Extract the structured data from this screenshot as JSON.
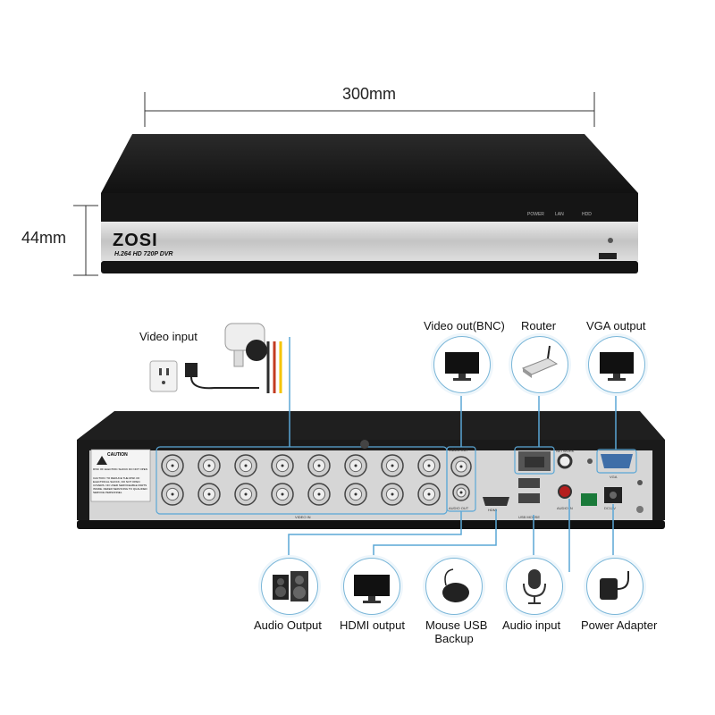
{
  "dimensions": {
    "width": "300mm",
    "height": "44mm"
  },
  "front_panel": {
    "brand": "ZOSI",
    "model": "H.264 HD 720P DVR",
    "led_power": "POWER",
    "led_lan": "LAN",
    "led_hdd": "HDD"
  },
  "rear_panel": {
    "caution_title": "CAUTION",
    "caution_risk": "RISK OF ELECTRIC SHOCK DO NOT OPEN",
    "caution_text": "CAUTION: TO REDUCE THE RISK OF ELECTRICAL SHOCK, DO NOT OPEN COVERS. NO USER SERVICEABLE PARTS INSIDE. REFER SERVICING TO QUALIFIED SERVICE PERSONNEL",
    "video_in": "VIDEO IN",
    "video_out": "VIDEO OUT",
    "audio_out": "AUDIO OUT",
    "hdmi": "HDMI",
    "network": "NETWORK",
    "usb": "USB MOUSE",
    "audio_in": "AUDIO IN",
    "vga": "VGA",
    "dc": "DC12V"
  },
  "callouts": {
    "video_input": "Video input",
    "video_out_bnc": "Video out(BNC)",
    "router": "Router",
    "vga_output": "VGA output",
    "audio_output": "Audio Output",
    "hdmi_output": "HDMI output",
    "mouse_usb_line1": "Mouse USB",
    "mouse_usb_line2": "Backup",
    "audio_input": "Audio input",
    "power_adapter": "Power Adapter"
  },
  "colors": {
    "connector_line": "#5aa7d6",
    "panel_silver": "#c9c9c9",
    "body_black": "#1b1b1b"
  },
  "icons": [
    "monitor-icon",
    "router-icon",
    "speaker-icon",
    "mouse-icon",
    "microphone-icon",
    "power-adapter-icon",
    "camera-icon",
    "power-outlet-icon"
  ]
}
